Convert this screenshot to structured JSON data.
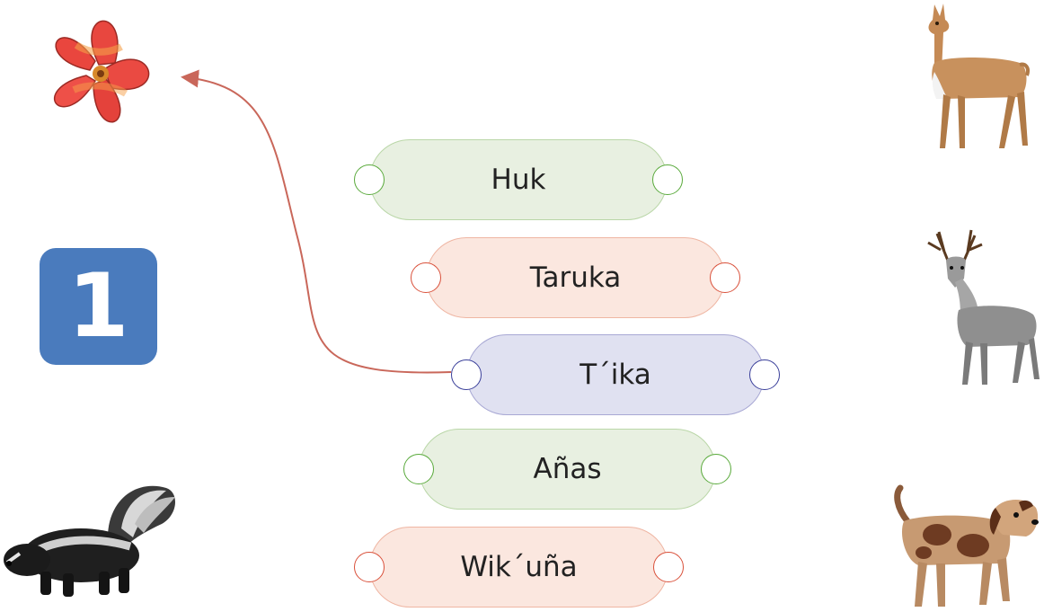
{
  "badge": {
    "number": "1",
    "color": "#4a7bbd"
  },
  "words": [
    {
      "label": "Huk",
      "theme": "green"
    },
    {
      "label": "Taruka",
      "theme": "pink"
    },
    {
      "label": "T´ika",
      "theme": "blue",
      "connected": true
    },
    {
      "label": "Añas",
      "theme": "green"
    },
    {
      "label": "Wik´uña",
      "theme": "pink"
    }
  ],
  "pictures": [
    {
      "name": "flower-picture",
      "icon": "hibiscus-flower"
    },
    {
      "name": "skunk-picture",
      "icon": "skunk"
    },
    {
      "name": "vicuna-picture",
      "icon": "vicuna"
    },
    {
      "name": "deer-picture",
      "icon": "deer"
    },
    {
      "name": "dog-picture",
      "icon": "dog"
    }
  ],
  "colors": {
    "green_fill": "#e8f0e1",
    "pink_fill": "#fbe7df",
    "blue_fill": "#e0e1f1",
    "connector": "#c9675a"
  }
}
